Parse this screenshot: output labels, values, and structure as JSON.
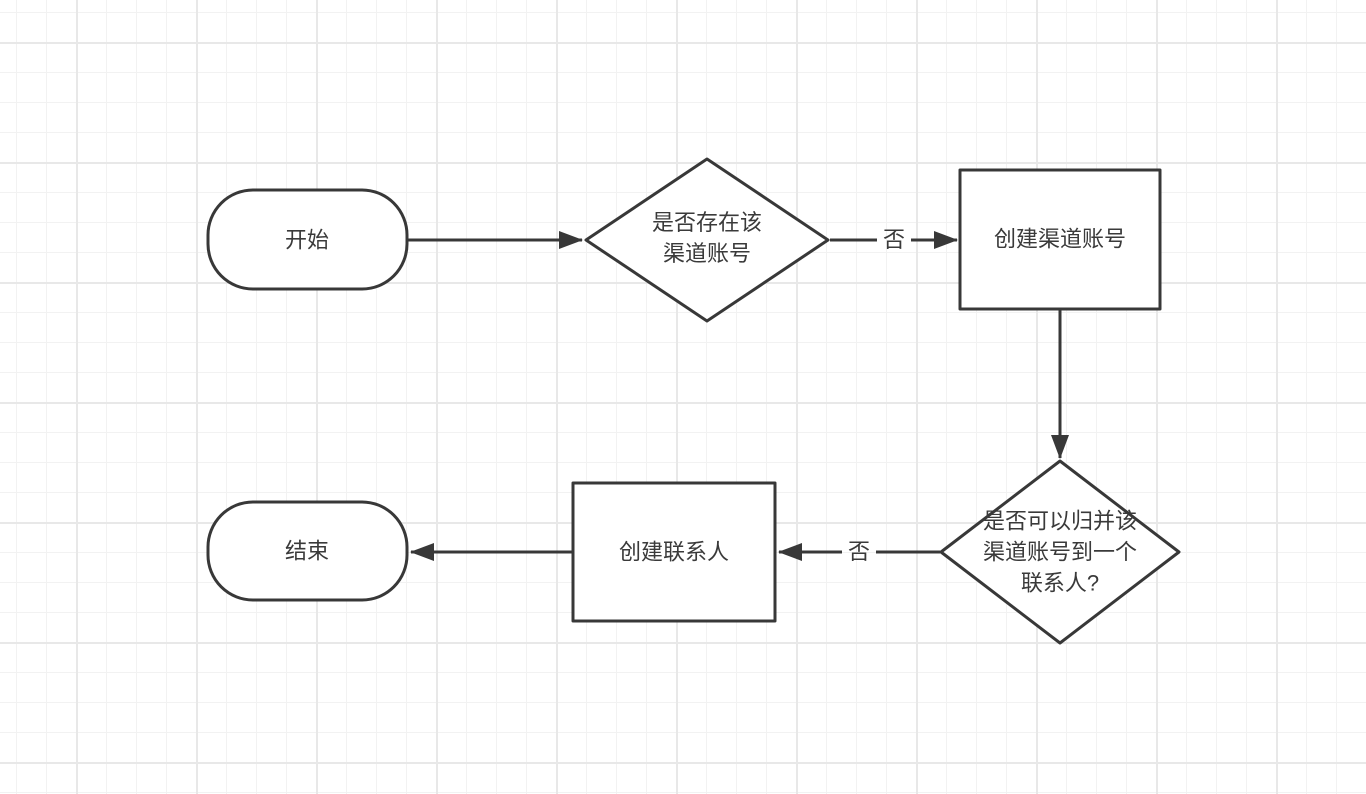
{
  "canvas": {
    "type": "flowchart-grid-canvas",
    "colors": {
      "background": "#ffffff",
      "grid_minor": "#f2f2f2",
      "grid_major": "#e8e8e8",
      "shape_stroke": "#383838",
      "shape_fill": "#ffffff",
      "text": "#3a3a3a"
    }
  },
  "nodes": {
    "start": {
      "type": "terminator",
      "label": "开始"
    },
    "decision_exists": {
      "type": "decision",
      "lines": [
        "是否存在该",
        "渠道账号"
      ]
    },
    "create_channel_account": {
      "type": "process",
      "label": "创建渠道账号"
    },
    "decision_merge": {
      "type": "decision",
      "lines": [
        "是否可以归并该",
        "渠道账号到一个",
        "联系人?"
      ]
    },
    "create_contact": {
      "type": "process",
      "label": "创建联系人"
    },
    "end": {
      "type": "terminator",
      "label": "结束"
    }
  },
  "edges": {
    "start_to_decision_exists": {
      "label": ""
    },
    "decision_exists_to_create_channel_account": {
      "label": "否"
    },
    "create_channel_account_to_decision_merge": {
      "label": ""
    },
    "decision_merge_to_create_contact": {
      "label": "否"
    },
    "create_contact_to_end": {
      "label": ""
    }
  }
}
